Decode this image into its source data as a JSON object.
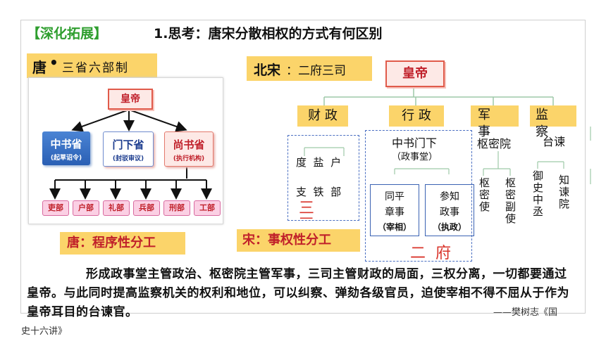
{
  "header": {
    "tag": "【深化拓展】",
    "title": "1.思考：唐宋分散相权的方式有何区别"
  },
  "tang": {
    "label_main": "唐",
    "label_dot": "•",
    "label_rest": "三省六部制",
    "emperor": "皇帝",
    "shengs": [
      {
        "name": "中书省",
        "role": "(起草诏令)"
      },
      {
        "name": "门下省",
        "role": "(封驳审议)"
      },
      {
        "name": "尚书省",
        "role": "(执行机构)"
      }
    ],
    "ministries": [
      "吏部",
      "户部",
      "礼部",
      "兵部",
      "刑部",
      "工部"
    ],
    "conclusion": "唐：程序性分工"
  },
  "song": {
    "label_main": "北宋",
    "label_rest": "：二府三司",
    "emperor": "皇帝",
    "branches": [
      "财 政",
      "行 政",
      "军 事",
      "监 察"
    ],
    "finance": {
      "row1": "度  盐  户",
      "row2": "支  铁  部",
      "group": "三 司"
    },
    "admin": {
      "name": "中书门下",
      "sub": "（政事堂）",
      "left": {
        "l1": "同平",
        "l2": "章事",
        "role": "（宰相）"
      },
      "right": {
        "l1": "参知",
        "l2": "政事",
        "role": "（执政）"
      },
      "group": "二  府"
    },
    "military": {
      "name": "枢密院",
      "a": "枢密使",
      "b": "枢密副使"
    },
    "supervision": {
      "name": "台谏",
      "a": "御史中丞",
      "b": "知谏院"
    },
    "conclusion": "宋：事权性分工"
  },
  "quote": {
    "text": "形成政事堂主管政治、枢密院主管军事，三司主管财政的局面，三权分离，一切都要通过皇帝。与此同时提高监察机关的权利和地位，可以纠察、弹劾各级官员，迫使宰相不得不屈从于作为皇帝耳目的台谏官。",
    "source_a": "——樊树志《国",
    "source_b": "史十六讲》"
  },
  "colors": {
    "accent_yellow": "#fbd46a",
    "title_green": "#2e9e2e",
    "red": "#d9342b",
    "blue": "#2a5fb4"
  }
}
